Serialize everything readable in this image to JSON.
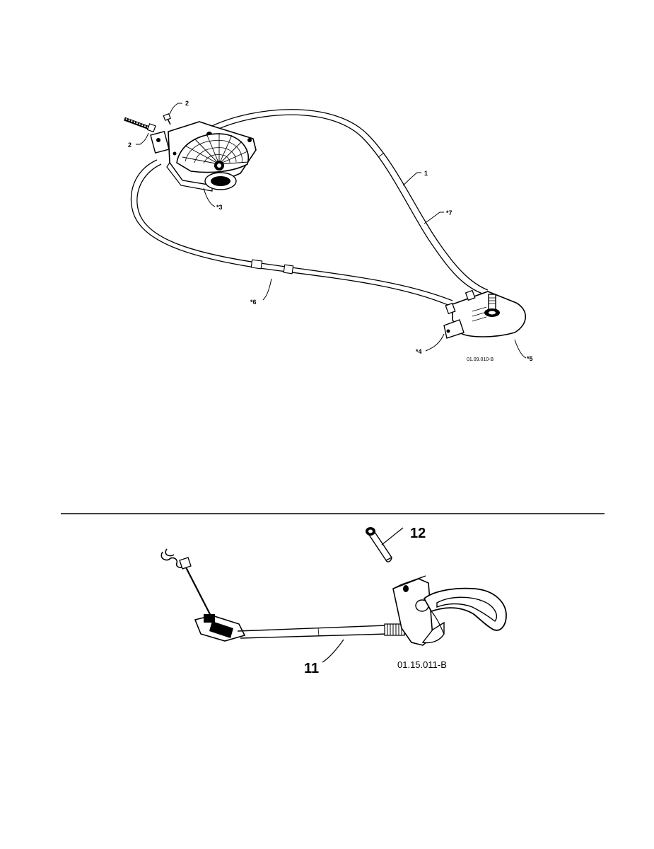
{
  "figure_top": {
    "callouts": {
      "c2a": "2",
      "c2b": "2",
      "c3": "*3",
      "c1": "1",
      "c7": "*7",
      "c6": "*6",
      "c4": "*4",
      "c5": "*5"
    },
    "code": "01.09.010-B"
  },
  "figure_bottom": {
    "callouts": {
      "c12": "12",
      "c11": "11"
    },
    "code": "01.15.011-B"
  }
}
